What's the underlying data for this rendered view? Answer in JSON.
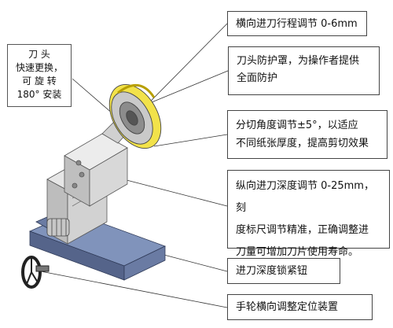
{
  "callouts": {
    "top_left": {
      "lines": [
        "刀 头",
        "快速更换，",
        "可 旋 转",
        "180° 安装"
      ]
    },
    "c1": {
      "lines": [
        "横向进刀行程调节 0-6mm"
      ]
    },
    "c2": {
      "lines": [
        "刀头防护罩，为操作者提供",
        "全面防护"
      ]
    },
    "c3": {
      "lines": [
        "分切角度调节±5°，以适应",
        "不同纸张厚度，提高剪切效果"
      ]
    },
    "c4": {
      "lines": [
        "纵向进刀深度调节 0-25mm，刻",
        "度标尺调节精准，正确调整进",
        "刀量可增加刀片使用寿命。"
      ]
    },
    "c5": {
      "lines": [
        "进刀深度锁紧钮"
      ]
    },
    "c6": {
      "lines": [
        "手轮横向调整定位装置"
      ]
    }
  },
  "colors": {
    "blade_guard": "#f2e24a",
    "blade": "#c9c9c9",
    "base": "#6a7ba3",
    "body": "#d9d9d9",
    "outline": "#444444"
  }
}
